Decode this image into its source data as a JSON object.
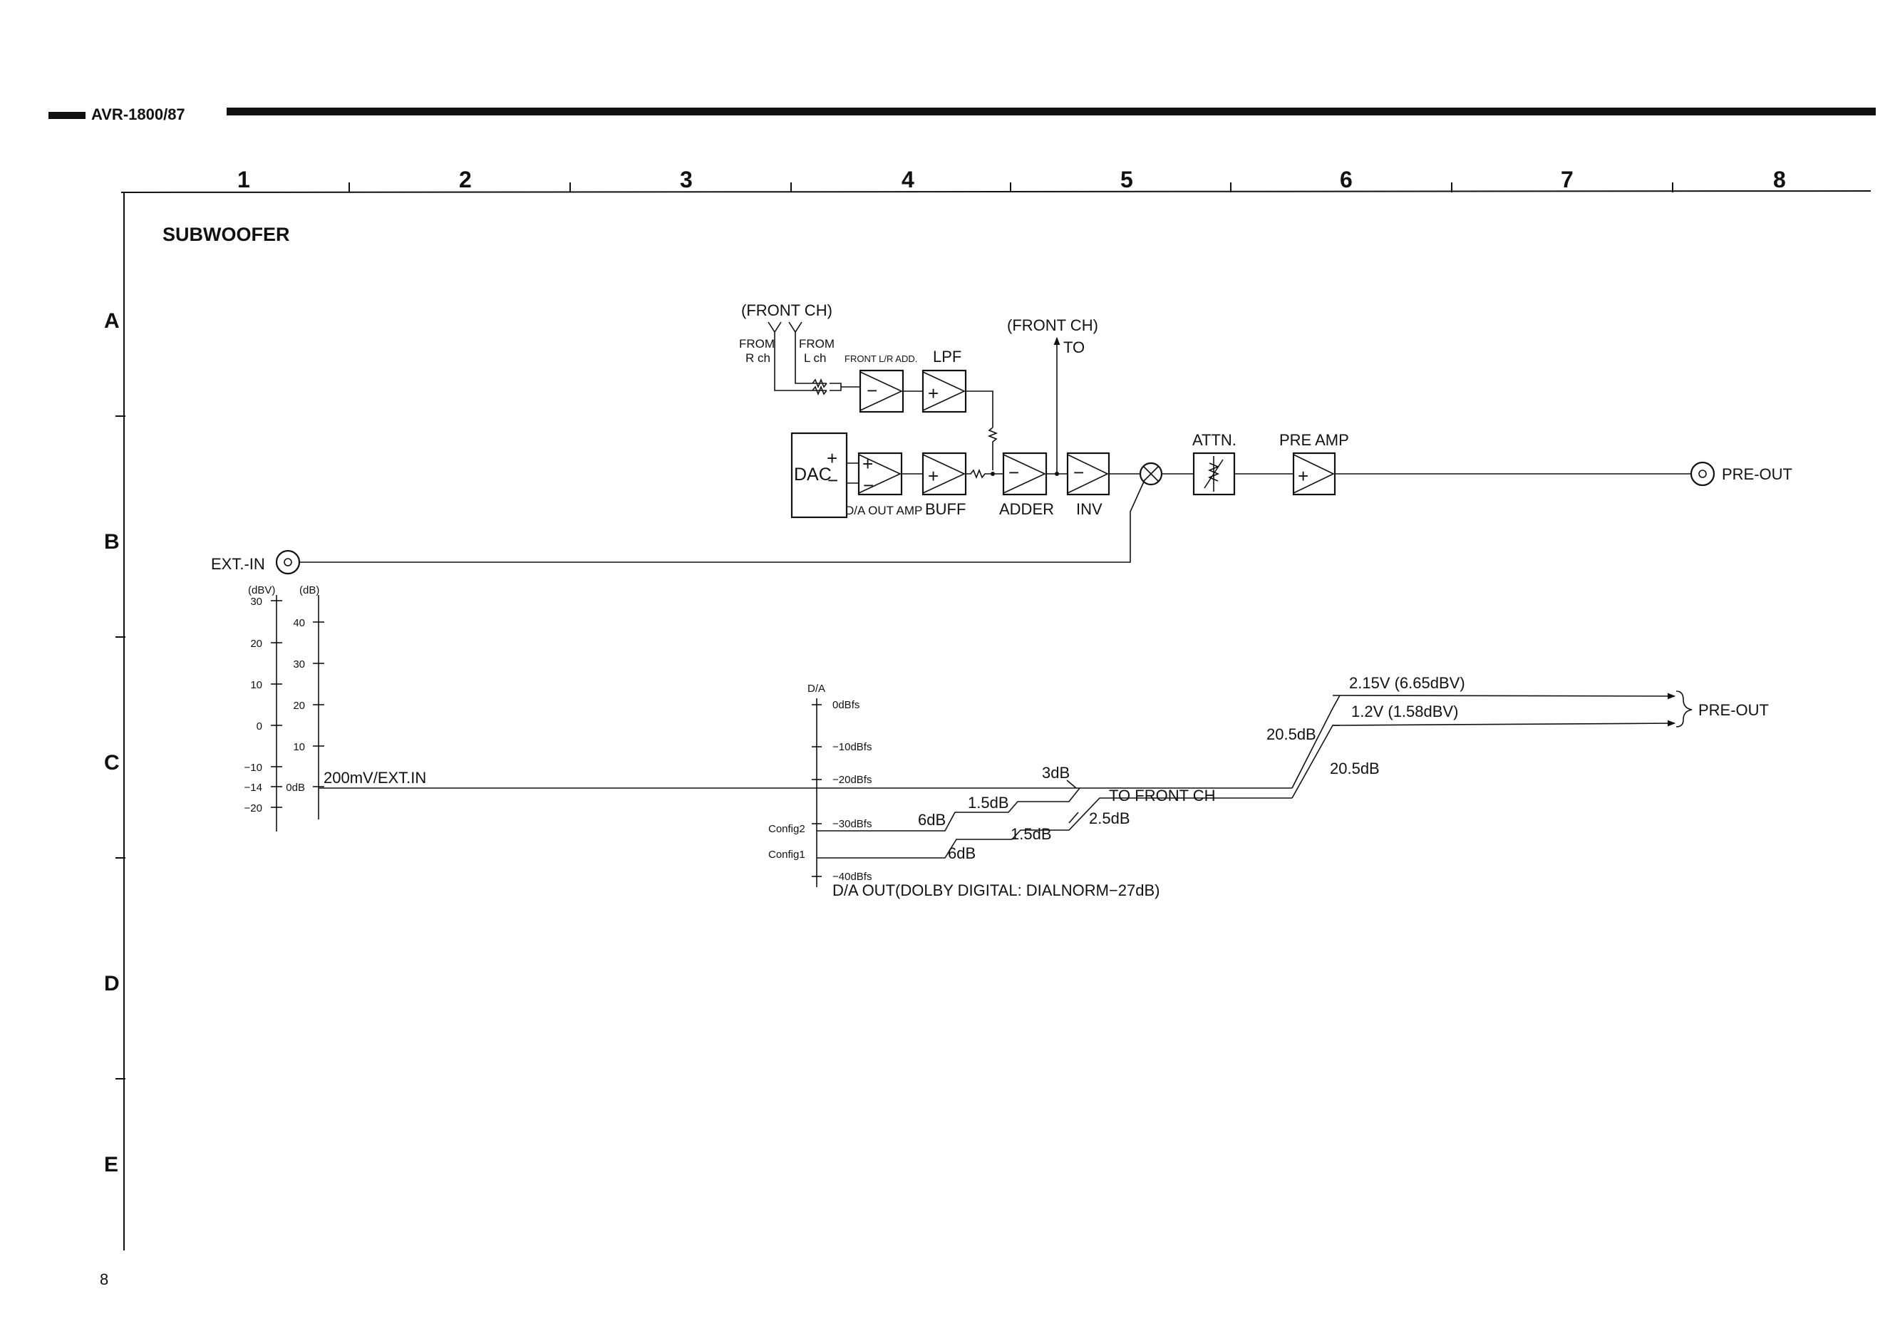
{
  "header": {
    "model": "AVR-1800/87"
  },
  "grid": {
    "columns": [
      "1",
      "2",
      "3",
      "4",
      "5",
      "6",
      "7",
      "8"
    ],
    "rows": [
      "A",
      "B",
      "C",
      "D",
      "E"
    ]
  },
  "section_title": "SUBWOOFER",
  "block_diagram": {
    "front_ch_in": "(FRONT CH)",
    "from": "FROM",
    "r_ch": "R ch",
    "l_ch": "L ch",
    "front_lr_add": "FRONT L/R ADD.",
    "lpf": "LPF",
    "front_ch_out": "(FRONT CH)",
    "to": "TO",
    "dac": "DAC",
    "da_out_amp": "D/A OUT AMP",
    "buff": "BUFF",
    "adder": "ADDER",
    "inv": "INV",
    "attn": "ATTN.",
    "pre_amp": "PRE AMP",
    "pre_out": "PRE-OUT",
    "ext_in": "EXT.-IN",
    "plus": "+",
    "minus": "−"
  },
  "level_diagram": {
    "dbv_unit": "(dBV)",
    "db_unit": "(dB)",
    "dbv_ticks": [
      "30",
      "20",
      "10",
      "0",
      "−10",
      "−14",
      "−20"
    ],
    "db_ticks": [
      "40",
      "30",
      "20",
      "10",
      "0dB"
    ],
    "ext_in_level": "200mV/EXT.IN",
    "da_title": "D/A",
    "da_ticks": [
      "0dBfs",
      "−10dBfs",
      "−20dBfs",
      "−30dBfs",
      "−40dBfs"
    ],
    "config2": "Config2",
    "config1": "Config1",
    "gain_3db": "3dB",
    "gain_1_5db_a": "1.5dB",
    "gain_6db_a": "6dB",
    "gain_1_5db_b": "1.5dB",
    "gain_6db_b": "6dB",
    "gain_2_5db": "2.5dB",
    "to_front_ch": "TO FRONT CH",
    "gain_20_5db_a": "20.5dB",
    "gain_20_5db_b": "20.5dB",
    "out_high": "2.15V (6.65dBV)",
    "out_low": "1.2V (1.58dBV)",
    "pre_out": "PRE-OUT",
    "da_out_note": "D/A OUT(DOLBY DIGITAL: DIALNORM−27dB)"
  },
  "page_number": "8"
}
